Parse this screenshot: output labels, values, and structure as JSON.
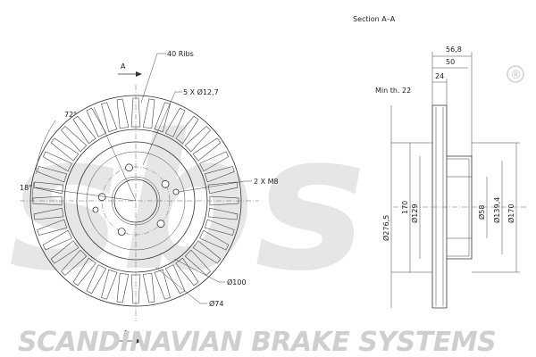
{
  "section_title": "Section A–A",
  "labels": {
    "ribs": "40 Ribs",
    "bolt_holes": "5 X Ø12,7",
    "threads": "2 X M8",
    "angle_72": "72°",
    "angle_18": "18°",
    "dia_100": "Ø100",
    "dia_74": "Ø74",
    "section_mark_top": "A",
    "section_mark_bottom": "A",
    "min_th": "Min th. 22",
    "dim_56_8": "56,8",
    "dim_50": "50",
    "dim_24": "24",
    "dia_276_5": "Ø276,5",
    "dim_170_left": "170",
    "dia_129": "Ø129",
    "dia_58": "Ø58",
    "dia_139_4": "Ø139,4",
    "dia_170": "Ø170"
  },
  "brand": {
    "logo_text": "sbs",
    "registered": "®",
    "tagline": "SCANDINAVIAN BRAKE SYSTEMS",
    "watermark_color": "#e6e6e6",
    "tagline_color": "#cfcfcf"
  },
  "icons": {
    "section_arrow": "section-arrow-icon",
    "bolt_hole": "bolt-hole-icon",
    "thread_hole": "thread-hole-icon"
  }
}
